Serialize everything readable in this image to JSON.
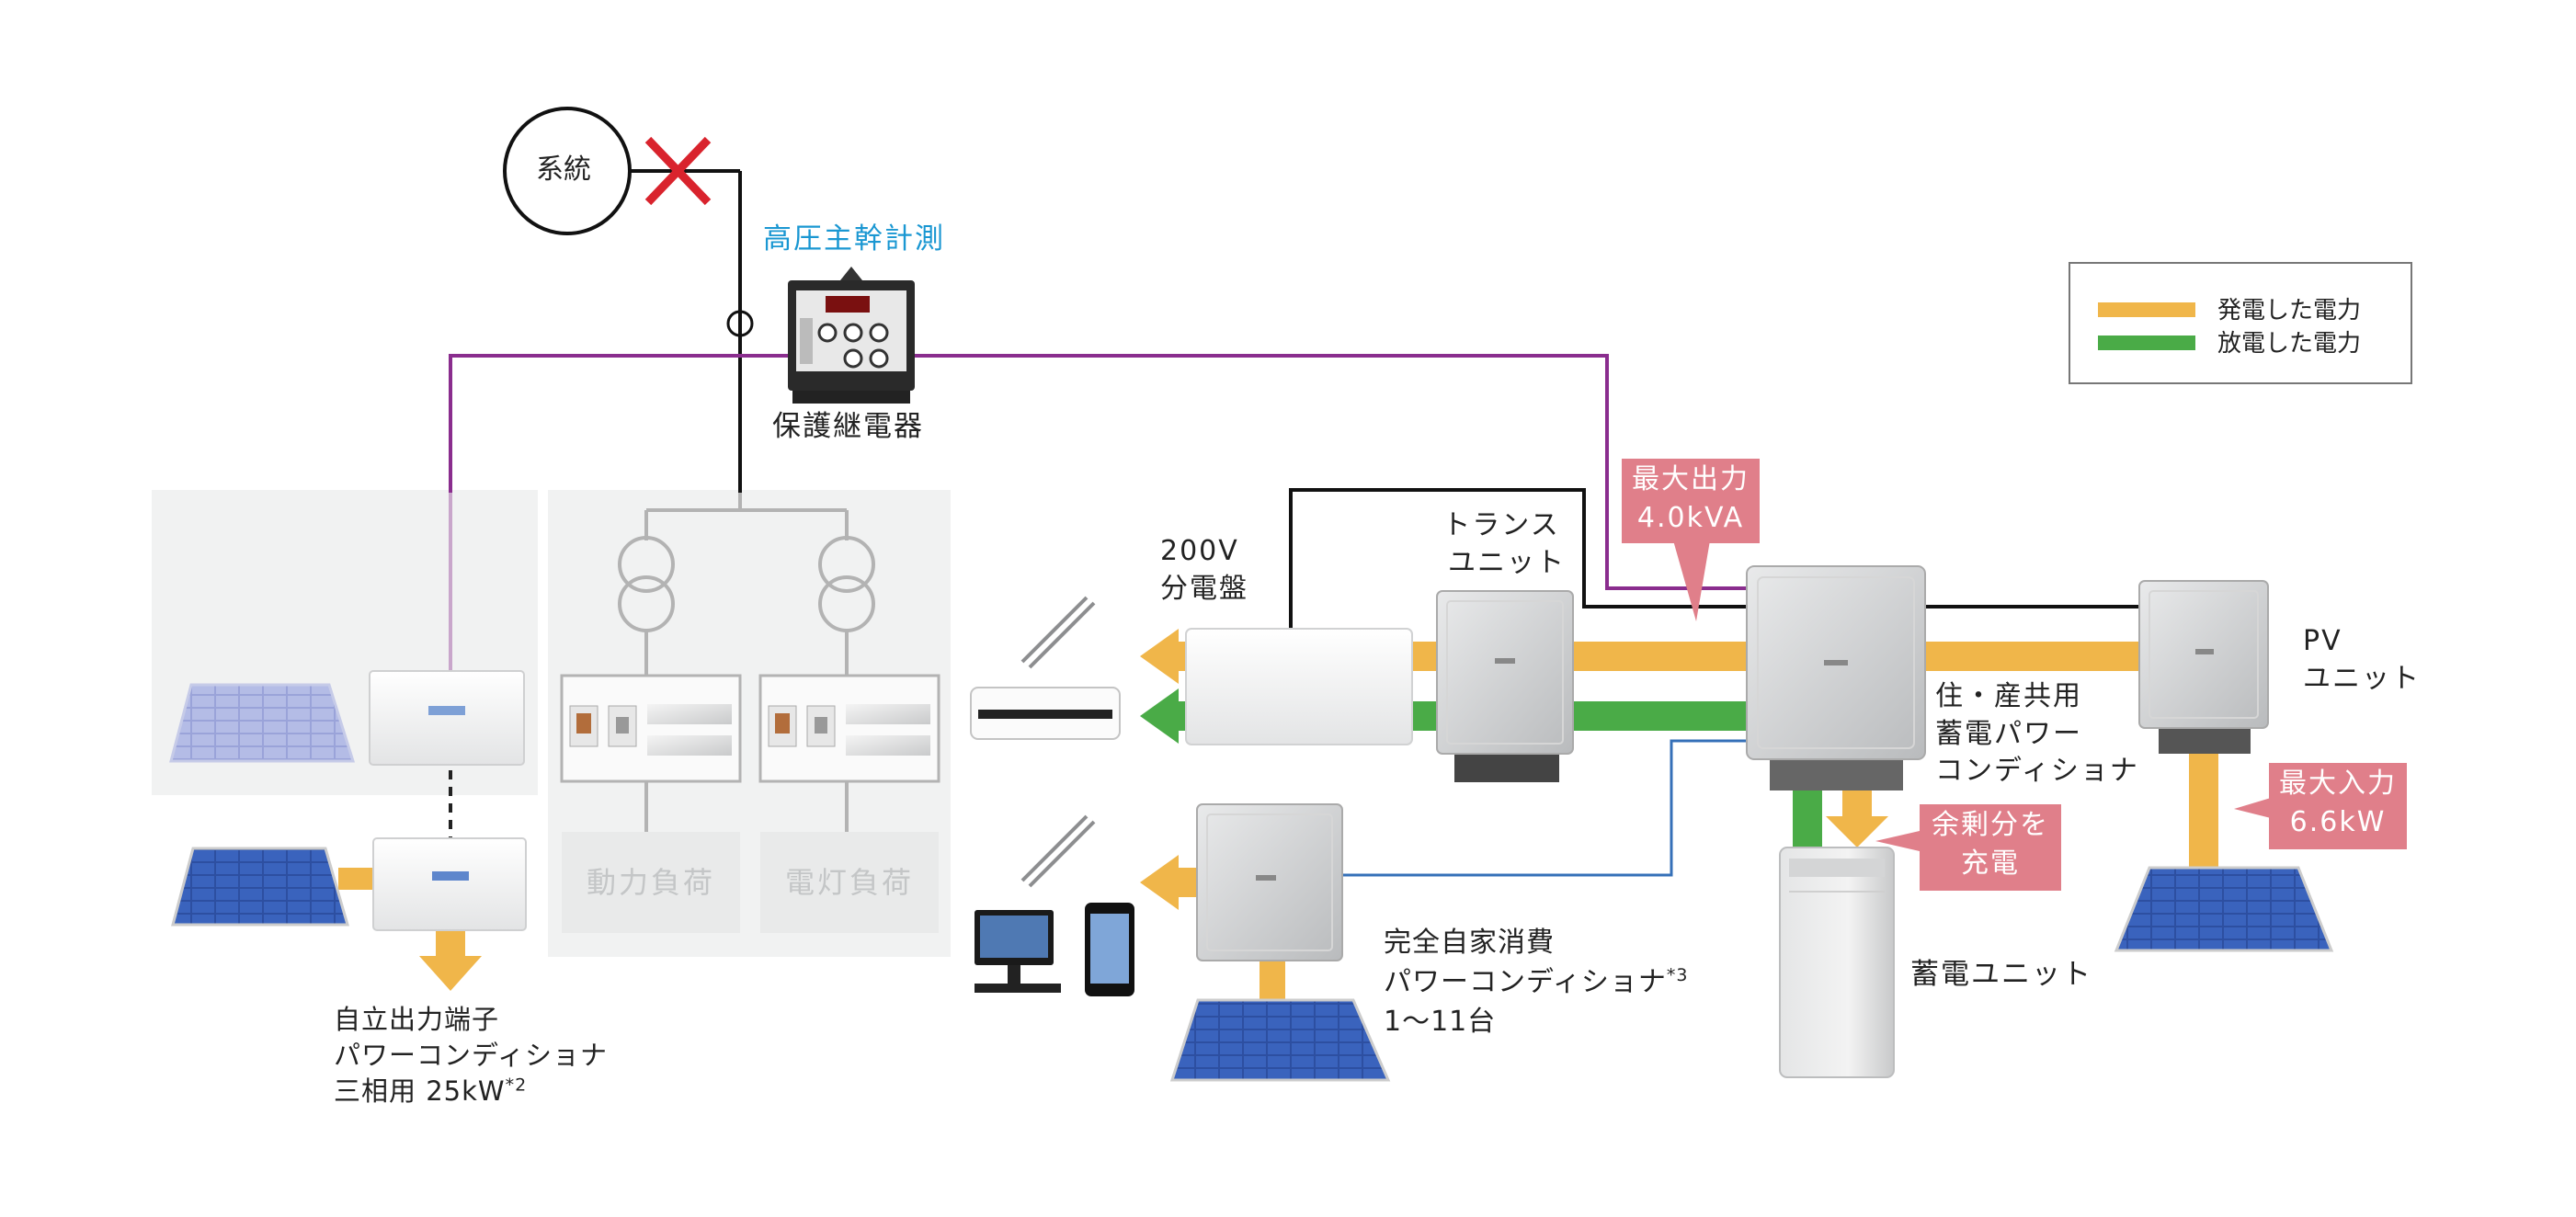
{
  "colors": {
    "generated_power": "#f0b64a",
    "discharged_power": "#4aab47",
    "signal_line": "#8a2d8e",
    "comm_line": "#3570b8",
    "wire": "#111111",
    "highlight_box": "#e07f8a",
    "title_blue": "#1a97d2",
    "cross_red": "#d9232d"
  },
  "labels": {
    "grid": "系統",
    "hv_metering": "高圧主幹計測",
    "protection_relay": "保護継電器",
    "power_load": "動力負荷",
    "lighting_load": "電灯負荷",
    "pcs_25kw": [
      "自立出力端子",
      "パワーコンディショナ",
      "三相用 25kW"
    ],
    "pcs_25kw_note": "*2",
    "panel_200v": [
      "200V",
      "分電盤"
    ],
    "trans_unit": [
      "トランス",
      "ユニット"
    ],
    "max_output": [
      "最大出力",
      "4.0kVA"
    ],
    "storage_pcs": [
      "住・産共用",
      "蓄電パワー",
      "コンディショナ"
    ],
    "pv_unit": [
      "PV",
      "ユニット"
    ],
    "max_input": [
      "最大入力",
      "6.6kW"
    ],
    "surplus_charge": [
      "余剰分を",
      "充電"
    ],
    "battery_unit": "蓄電ユニット",
    "self_consumption_pcs": [
      "完全自家消費",
      "パワーコンディショナ",
      "1〜11台"
    ],
    "self_consumption_note": "*3"
  },
  "legend": [
    {
      "label": "発電した電力",
      "color": "#f0b64a"
    },
    {
      "label": "放電した電力",
      "color": "#4aab47"
    }
  ],
  "icons": [
    "grid-circle-icon",
    "disconnect-cross-icon",
    "ct-sensor-icon",
    "relay-device-icon",
    "transformer-icon",
    "breaker-panel-icon",
    "solar-panel-icon",
    "pcs-box-icon",
    "air-conditioner-icon",
    "fluorescent-light-icon",
    "desktop-pc-icon",
    "smartphone-icon",
    "battery-unit-icon"
  ]
}
